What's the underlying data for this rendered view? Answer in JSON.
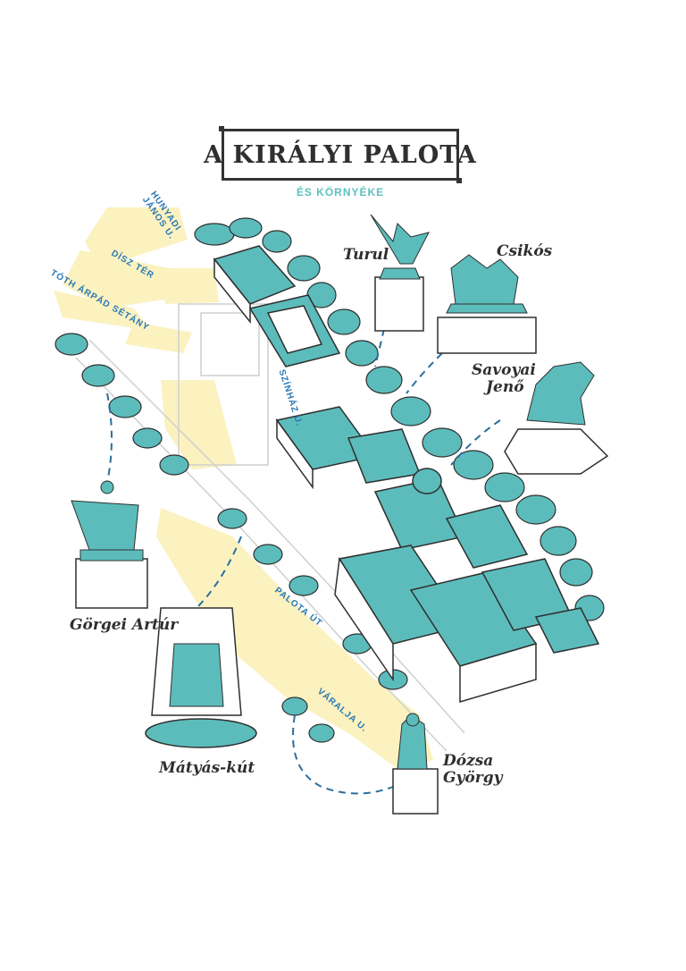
{
  "title": "A KIRÁLYI PALOTA",
  "subtitle": "ÉS KÖRNYÉKE",
  "streets": {
    "hunyadi": "HUNYADI JÁNOS U.",
    "disz": "DÍSZ TÉR",
    "toth": "TÓTH ÁRPÁD SÉTÁNY",
    "szinhaz": "SZÍNHÁZ U.",
    "palota": "PALOTA ÚT",
    "varalja": "VÁRALJA U."
  },
  "statues": {
    "turul": "Turul",
    "csikos": "Csikós",
    "savoyai_1": "Savoyai",
    "savoyai_2": "Jenő",
    "gorgei": "Görgei Artúr",
    "matyas": "Mátyás-kút",
    "dozsa_1": "Dózsa",
    "dozsa_2": "György"
  },
  "colors": {
    "teal": "#5cbcbc",
    "yellow": "#fbf2c0",
    "ink": "#2f2f2f",
    "street_blue": "#2a78b5",
    "dash": "#2a6f9e"
  }
}
